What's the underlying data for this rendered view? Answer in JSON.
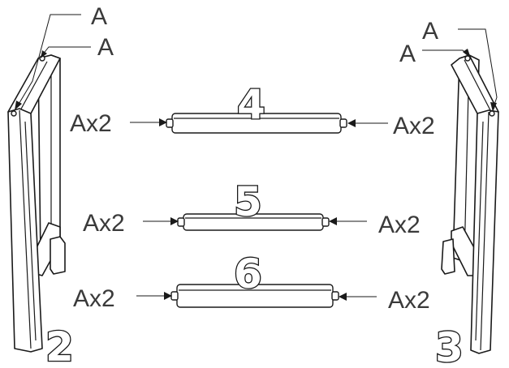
{
  "colors": {
    "line": "#1a1a1a",
    "label": "#3a3a3a",
    "background": "#ffffff"
  },
  "part_numbers": {
    "left_frame": "2",
    "right_frame": "3",
    "top_rail": "4",
    "middle_rail": "5",
    "bottom_rail": "6"
  },
  "labels": {
    "left_frame_callouts": [
      "A",
      "A"
    ],
    "right_frame_callouts": [
      "A",
      "A"
    ],
    "rail_4": [
      "Ax2",
      "Ax2"
    ],
    "rail_5": [
      "Ax2",
      "Ax2"
    ],
    "rail_6": [
      "Ax2",
      "Ax2"
    ]
  }
}
